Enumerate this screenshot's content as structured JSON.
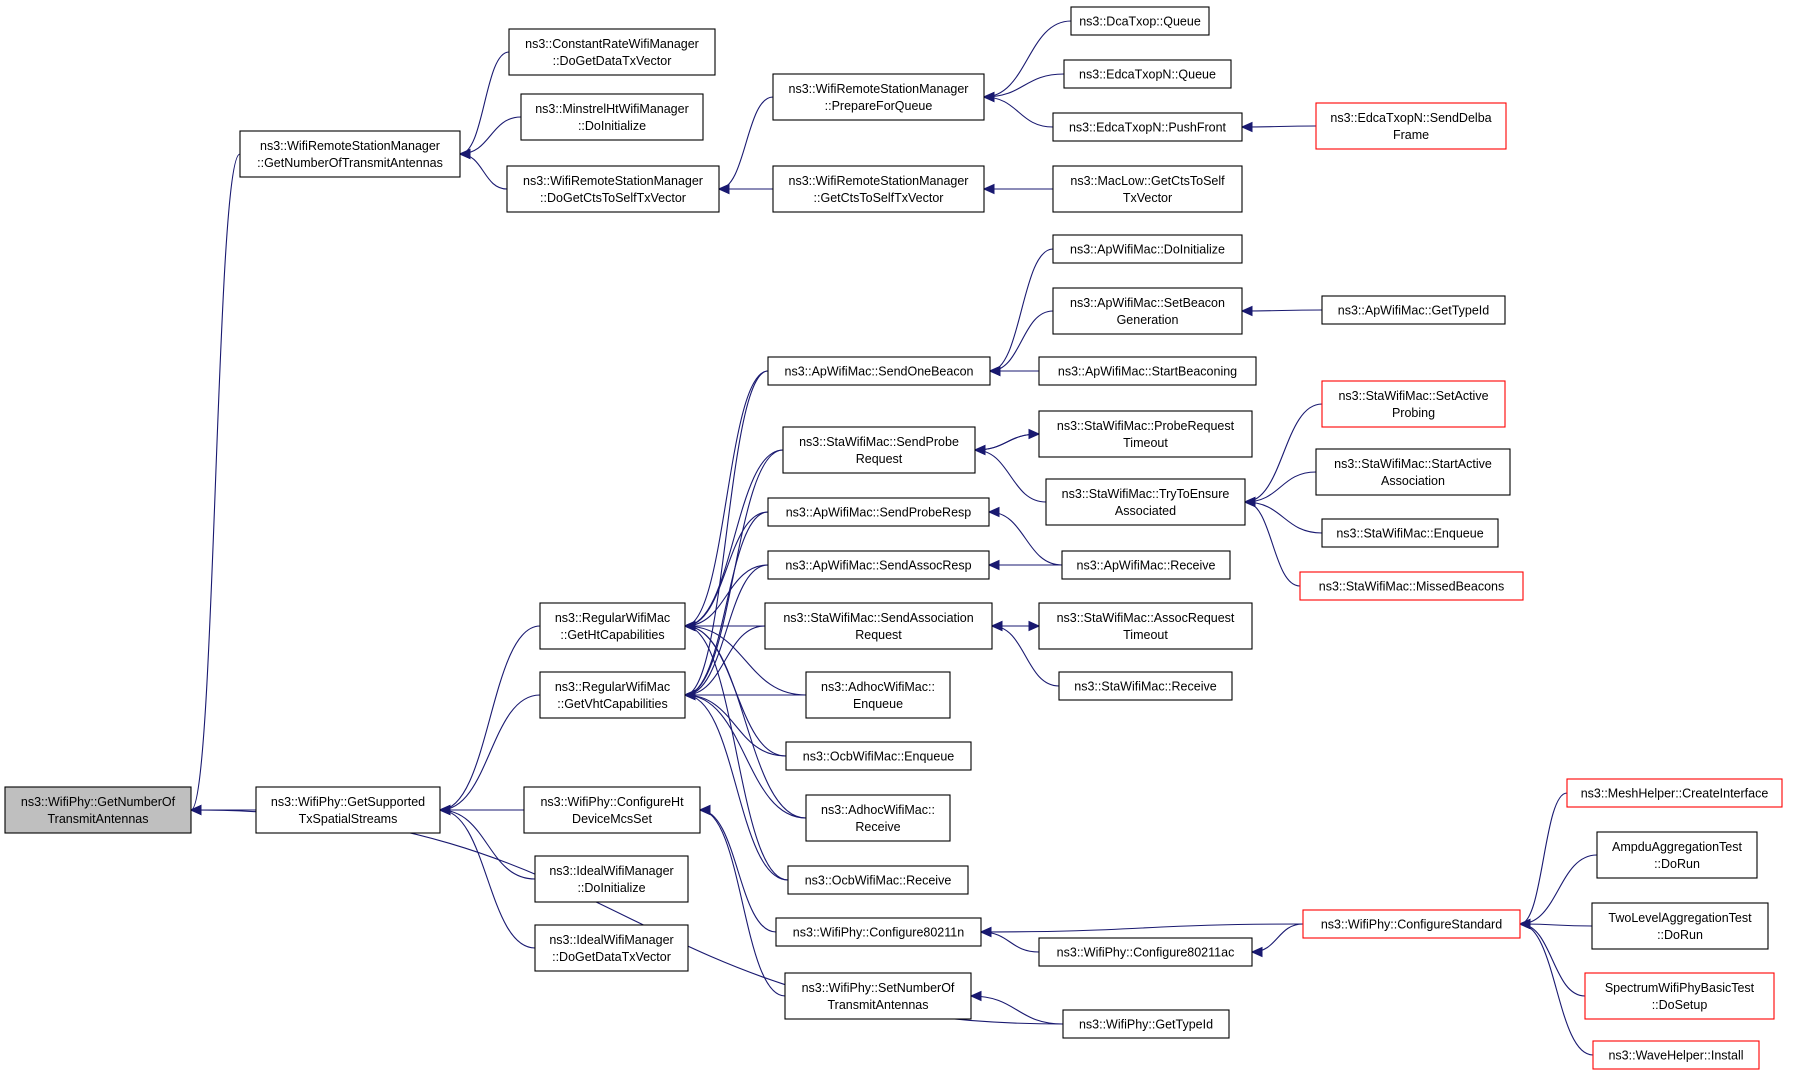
{
  "colors": {
    "edge": "#191970",
    "root_fill": "#bfbfbf",
    "highlight_border": "#ff0000",
    "border": "#000000"
  },
  "nodes": [
    {
      "id": "root",
      "lines": [
        "ns3::WifiPhy::GetNumberOf",
        "TransmitAntennas"
      ],
      "style": "root"
    },
    {
      "id": "wrsm_gntx",
      "lines": [
        "ns3::WifiRemoteStationManager",
        "::GetNumberOfTransmitAntennas"
      ]
    },
    {
      "id": "crwm",
      "lines": [
        "ns3::ConstantRateWifiManager",
        "::DoGetDataTxVector"
      ]
    },
    {
      "id": "mhwm",
      "lines": [
        "ns3::MinstrelHtWifiManager",
        "::DoInitialize"
      ]
    },
    {
      "id": "wrsm_dgcts",
      "lines": [
        "ns3::WifiRemoteStationManager",
        "::DoGetCtsToSelfTxVector"
      ]
    },
    {
      "id": "wrsm_pfq",
      "lines": [
        "ns3::WifiRemoteStationManager",
        "::PrepareForQueue"
      ]
    },
    {
      "id": "wrsm_gcts",
      "lines": [
        "ns3::WifiRemoteStationManager",
        "::GetCtsToSelfTxVector"
      ]
    },
    {
      "id": "dca_q",
      "lines": [
        "ns3::DcaTxop::Queue"
      ]
    },
    {
      "id": "edca_q",
      "lines": [
        "ns3::EdcaTxopN::Queue"
      ]
    },
    {
      "id": "edca_pf",
      "lines": [
        "ns3::EdcaTxopN::PushFront"
      ]
    },
    {
      "id": "edca_sdf",
      "lines": [
        "ns3::EdcaTxopN::SendDelba",
        "Frame"
      ],
      "style": "red"
    },
    {
      "id": "maclow",
      "lines": [
        "ns3::MacLow::GetCtsToSelf",
        "TxVector"
      ]
    },
    {
      "id": "ap_doinit",
      "lines": [
        "ns3::ApWifiMac::DoInitialize"
      ]
    },
    {
      "id": "ap_setbeacon",
      "lines": [
        "ns3::ApWifiMac::SetBeacon",
        "Generation"
      ]
    },
    {
      "id": "ap_gettypeid",
      "lines": [
        "ns3::ApWifiMac::GetTypeId"
      ]
    },
    {
      "id": "ap_sendbeacon",
      "lines": [
        "ns3::ApWifiMac::SendOneBeacon"
      ]
    },
    {
      "id": "ap_startbeacon",
      "lines": [
        "ns3::ApWifiMac::StartBeaconing"
      ]
    },
    {
      "id": "sta_sendprobe",
      "lines": [
        "ns3::StaWifiMac::SendProbe",
        "Request"
      ]
    },
    {
      "id": "sta_probetimeout",
      "lines": [
        "ns3::StaWifiMac::ProbeRequest",
        "Timeout"
      ]
    },
    {
      "id": "sta_setactive",
      "lines": [
        "ns3::StaWifiMac::SetActive",
        "Probing"
      ],
      "style": "red"
    },
    {
      "id": "sta_tryensure",
      "lines": [
        "ns3::StaWifiMac::TryToEnsure",
        "Associated"
      ]
    },
    {
      "id": "sta_startassoc",
      "lines": [
        "ns3::StaWifiMac::StartActive",
        "Association"
      ]
    },
    {
      "id": "ap_sendproberesp",
      "lines": [
        "ns3::ApWifiMac::SendProbeResp"
      ]
    },
    {
      "id": "sta_enqueue",
      "lines": [
        "ns3::StaWifiMac::Enqueue"
      ]
    },
    {
      "id": "ap_sendassocresp",
      "lines": [
        "ns3::ApWifiMac::SendAssocResp"
      ]
    },
    {
      "id": "ap_receive",
      "lines": [
        "ns3::ApWifiMac::Receive"
      ]
    },
    {
      "id": "sta_missed",
      "lines": [
        "ns3::StaWifiMac::MissedBeacons"
      ],
      "style": "red"
    },
    {
      "id": "rwm_ht",
      "lines": [
        "ns3::RegularWifiMac",
        "::GetHtCapabilities"
      ]
    },
    {
      "id": "sta_sendassoc",
      "lines": [
        "ns3::StaWifiMac::SendAssociation",
        "Request"
      ]
    },
    {
      "id": "sta_assoctimeout",
      "lines": [
        "ns3::StaWifiMac::AssocRequest",
        "Timeout"
      ]
    },
    {
      "id": "rwm_vht",
      "lines": [
        "ns3::RegularWifiMac",
        "::GetVhtCapabilities"
      ]
    },
    {
      "id": "adhoc_enq",
      "lines": [
        "ns3::AdhocWifiMac::",
        "Enqueue"
      ]
    },
    {
      "id": "sta_receive",
      "lines": [
        "ns3::StaWifiMac::Receive"
      ]
    },
    {
      "id": "ocb_enq",
      "lines": [
        "ns3::OcbWifiMac::Enqueue"
      ]
    },
    {
      "id": "wp_gss",
      "lines": [
        "ns3::WifiPhy::GetSupported",
        "TxSpatialStreams"
      ]
    },
    {
      "id": "wp_cfght",
      "lines": [
        "ns3::WifiPhy::ConfigureHt",
        "DeviceMcsSet"
      ]
    },
    {
      "id": "adhoc_recv",
      "lines": [
        "ns3::AdhocWifiMac::",
        "Receive"
      ]
    },
    {
      "id": "mesh_ci",
      "lines": [
        "ns3::MeshHelper::CreateInterface"
      ],
      "style": "red"
    },
    {
      "id": "iwm_init",
      "lines": [
        "ns3::IdealWifiManager",
        "::DoInitialize"
      ]
    },
    {
      "id": "ampdu",
      "lines": [
        "AmpduAggregationTest",
        "::DoRun"
      ]
    },
    {
      "id": "ocb_recv",
      "lines": [
        "ns3::OcbWifiMac::Receive"
      ]
    },
    {
      "id": "wp_cfgstd",
      "lines": [
        "ns3::WifiPhy::ConfigureStandard"
      ],
      "style": "red"
    },
    {
      "id": "twolevel",
      "lines": [
        "TwoLevelAggregationTest",
        "::DoRun"
      ]
    },
    {
      "id": "wp_80211n",
      "lines": [
        "ns3::WifiPhy::Configure80211n"
      ]
    },
    {
      "id": "wp_80211ac",
      "lines": [
        "ns3::WifiPhy::Configure80211ac"
      ]
    },
    {
      "id": "iwm_dgdtx",
      "lines": [
        "ns3::IdealWifiManager",
        "::DoGetDataTxVector"
      ]
    },
    {
      "id": "wp_snta",
      "lines": [
        "ns3::WifiPhy::SetNumberOf",
        "TransmitAntennas"
      ]
    },
    {
      "id": "spectrum",
      "lines": [
        "SpectrumWifiPhyBasicTest",
        "::DoSetup"
      ],
      "style": "red"
    },
    {
      "id": "wp_gettypeid",
      "lines": [
        "ns3::WifiPhy::GetTypeId"
      ]
    },
    {
      "id": "wave",
      "lines": [
        "ns3::WaveHelper::Install"
      ],
      "style": "red"
    }
  ],
  "edges": [
    [
      "wrsm_gntx",
      "root"
    ],
    [
      "wp_gss",
      "root"
    ],
    [
      "wp_gettypeid",
      "root"
    ],
    [
      "crwm",
      "wrsm_gntx"
    ],
    [
      "mhwm",
      "wrsm_gntx"
    ],
    [
      "wrsm_dgcts",
      "wrsm_gntx"
    ],
    [
      "wrsm_pfq",
      "wrsm_dgcts"
    ],
    [
      "wrsm_gcts",
      "wrsm_dgcts"
    ],
    [
      "dca_q",
      "wrsm_pfq"
    ],
    [
      "edca_q",
      "wrsm_pfq"
    ],
    [
      "edca_pf",
      "wrsm_pfq"
    ],
    [
      "edca_sdf",
      "edca_pf"
    ],
    [
      "maclow",
      "wrsm_gcts"
    ],
    [
      "ap_doinit",
      "ap_sendbeacon"
    ],
    [
      "ap_setbeacon",
      "ap_sendbeacon"
    ],
    [
      "ap_startbeacon",
      "ap_sendbeacon"
    ],
    [
      "ap_gettypeid",
      "ap_setbeacon"
    ],
    [
      "sta_probetimeout",
      "sta_sendprobe"
    ],
    [
      "sta_tryensure",
      "sta_sendprobe"
    ],
    [
      "sta_sendprobe",
      "sta_probetimeout"
    ],
    [
      "sta_setactive",
      "sta_tryensure"
    ],
    [
      "sta_startassoc",
      "sta_tryensure"
    ],
    [
      "sta_enqueue",
      "sta_tryensure"
    ],
    [
      "sta_missed",
      "sta_tryensure"
    ],
    [
      "ap_receive",
      "ap_sendproberesp"
    ],
    [
      "ap_receive",
      "ap_sendassocresp"
    ],
    [
      "sta_assoctimeout",
      "sta_sendassoc"
    ],
    [
      "sta_receive",
      "sta_sendassoc"
    ],
    [
      "sta_sendassoc",
      "sta_assoctimeout"
    ],
    [
      "ap_sendbeacon",
      "rwm_ht"
    ],
    [
      "sta_sendprobe",
      "rwm_ht"
    ],
    [
      "ap_sendproberesp",
      "rwm_ht"
    ],
    [
      "ap_sendassocresp",
      "rwm_ht"
    ],
    [
      "sta_sendassoc",
      "rwm_ht"
    ],
    [
      "adhoc_enq",
      "rwm_ht"
    ],
    [
      "ocb_enq",
      "rwm_ht"
    ],
    [
      "adhoc_recv",
      "rwm_ht"
    ],
    [
      "ocb_recv",
      "rwm_ht"
    ],
    [
      "ap_sendbeacon",
      "rwm_vht"
    ],
    [
      "sta_sendprobe",
      "rwm_vht"
    ],
    [
      "ap_sendproberesp",
      "rwm_vht"
    ],
    [
      "ap_sendassocresp",
      "rwm_vht"
    ],
    [
      "sta_sendassoc",
      "rwm_vht"
    ],
    [
      "adhoc_enq",
      "rwm_vht"
    ],
    [
      "ocb_enq",
      "rwm_vht"
    ],
    [
      "adhoc_recv",
      "rwm_vht"
    ],
    [
      "ocb_recv",
      "rwm_vht"
    ],
    [
      "rwm_ht",
      "wp_gss"
    ],
    [
      "rwm_vht",
      "wp_gss"
    ],
    [
      "wp_cfght",
      "wp_gss"
    ],
    [
      "iwm_init",
      "wp_gss"
    ],
    [
      "iwm_dgdtx",
      "wp_gss"
    ],
    [
      "wp_80211n",
      "wp_cfght"
    ],
    [
      "wp_snta",
      "wp_cfght"
    ],
    [
      "wp_cfgstd",
      "wp_80211n"
    ],
    [
      "wp_80211ac",
      "wp_80211n"
    ],
    [
      "wp_cfgstd",
      "wp_80211ac"
    ],
    [
      "mesh_ci",
      "wp_cfgstd"
    ],
    [
      "ampdu",
      "wp_cfgstd"
    ],
    [
      "twolevel",
      "wp_cfgstd"
    ],
    [
      "spectrum",
      "wp_cfgstd"
    ],
    [
      "wave",
      "wp_cfgstd"
    ],
    [
      "wp_gettypeid",
      "wp_snta"
    ]
  ]
}
